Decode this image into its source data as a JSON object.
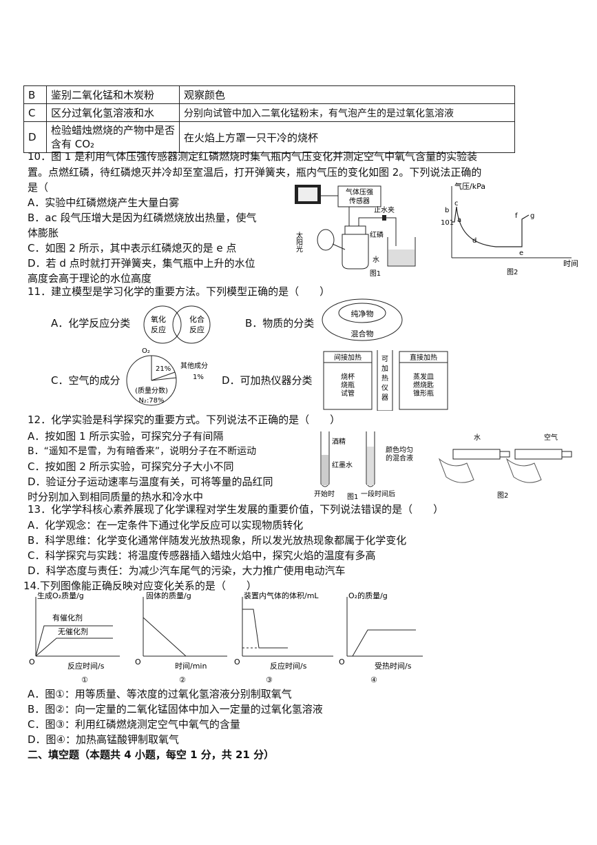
{
  "table_rows": [
    {
      "letter": "B",
      "goal": "鉴别二氧化锰和木炭粉",
      "method": "观察颜色"
    },
    {
      "letter": "C",
      "goal": "区分过氧化氢溶液和水",
      "method": "分别向试管中加入二氧化锰粉末，有气泡产生的是过氧化氢溶液"
    },
    {
      "letter": "D",
      "goal": "检验蜡烛燃烧的产物中是否含有 CO₂",
      "method": "在火焰上方罩一只干冷的烧杯"
    }
  ],
  "q10": {
    "stem1": "10．图 1 是利用气体压强传感器测定红磷燃烧时集气瓶内气压变化并测定空气中氧气含量的实验装",
    "stem2": "置。点燃红磷，待红磷熄灭并冷却至室温后，打开弹簧夹，瓶内气压的变化如图 2。下列说法正确的",
    "stem3": "是（",
    "a": "A．实验中红磷燃烧产生大量白雾",
    "b1": "B．ac 段气压增大是因为红磷燃烧放出热量，使气",
    "b2": "体膨胀",
    "c": "C．如图 2 所示，其中表示红磷熄灭的是 e 点",
    "d1": "D．若 d 点时就打开弹簧夹，集气瓶中上升的水位",
    "d2": "高度会高于理论的水位高度",
    "fig1": {
      "sensor": "气体压强",
      "sensor2": "传感器",
      "clamp": "止水夹",
      "sun": "太阳光",
      "phosphorus": "红磷",
      "water": "水",
      "caption": "图1"
    },
    "fig2": {
      "ylabel": "气压/kPa",
      "xlabel": "时间",
      "y101": "101",
      "caption": "图2",
      "points": [
        "a",
        "b",
        "c",
        "d",
        "e",
        "f",
        "g"
      ]
    }
  },
  "q11": {
    "stem": "11．建立模型是学习化学的重要方法。下列模型正确的是（　　）",
    "a": "A．化学反应分类",
    "a_circle1": [
      "氧化",
      "反应"
    ],
    "a_circle2": [
      "化合",
      "反应"
    ],
    "b": "B．物质的分类",
    "b_inner": "纯净物",
    "b_outer": "混合物",
    "c": "C．空气的成分",
    "c_o2": "O₂",
    "c_21": "21%",
    "c_other": "其他成分",
    "c_1": "1%",
    "c_mass": "(质量分数)",
    "c_n2": "N₂:78%",
    "d": "D．可加热仪器分类",
    "d_left_head": "间接加热",
    "d_left_body": [
      "烧杯",
      "烧瓶",
      "试管"
    ],
    "d_mid": [
      "可",
      "加",
      "热",
      "仪",
      "器"
    ],
    "d_right_head": "直接加热",
    "d_right_body": [
      "蒸发皿",
      "燃烧匙",
      "锥形瓶"
    ]
  },
  "q12": {
    "stem": "12．化学实验是科学探究的重要方式。下列说法不正确的是（　　）",
    "a": "A．按如图 1 所示实验，可探究分子有间隔",
    "b": "B．“遥知不是雪，为有暗香来”，说明分子在不断运动",
    "c": "C．按如图 2 所示实验，可探究分子大小不同",
    "d1": "D．验证分子运动速率与温度有关，可将等量的品红同",
    "d2": "时分别加入到相同质量的热水和冷水中",
    "fig1": {
      "alcohol": "酒精",
      "red_water": "红墨水",
      "mixed": [
        "颜色均匀",
        "的混合液"
      ],
      "start": "开始时",
      "later": "一段时间后",
      "caption": "图1"
    },
    "fig2": {
      "water": "水",
      "air": "空气",
      "caption": "图2"
    }
  },
  "q13": {
    "stem": "13．化学学科核心素养展现了化学课程对学生发展的重要价值，下列说法错误的是（　　）",
    "a": "A．化学观念：在一定条件下通过化学反应可以实现物质转化",
    "b": "B．科学思维：化学变化通常伴随发光放热现象，所以发光放热现象都属于化学变化",
    "c": "C．科学探究与实践：将温度传感器插入蜡烛火焰中，探究火焰的温度有多高",
    "d": "D．科学态度与责任：为减少汽车尾气的污染，大力推广使用电动汽车"
  },
  "q14": {
    "stem": "14.下列图像能正确反映对应变化关系的是（　　）",
    "g1": {
      "ylabel": "生成O₂质量/g",
      "xlabel": "反应时间/s",
      "catalyst": "有催化剂",
      "nocatalyst": "无催化剂",
      "num": "①",
      "origin": "O"
    },
    "g2": {
      "ylabel": "固体的质量/g",
      "xlabel": "时间/min",
      "num": "②",
      "origin": "O"
    },
    "g3": {
      "ylabel": "装置内气体的体积/mL",
      "xlabel": "反应时间/s",
      "num": "③",
      "origin": "O"
    },
    "g4": {
      "ylabel": "O₂的质量/g",
      "xlabel": "受热时间/s",
      "num": "④",
      "origin": "O"
    },
    "a": "A．图①：用等质量、等浓度的过氧化氢溶液分别制取氧气",
    "b": "B．图②：向一定量的二氧化锰固体中加入一定量的过氧化氢溶液",
    "c": "C．图③：利用红磷燃烧测定空气中氧气的含量",
    "d": "D．图④：加热高锰酸钾制取氧气"
  },
  "section2": "二、填空题（本题共 4 小题，每空 1 分，共 21 分）"
}
